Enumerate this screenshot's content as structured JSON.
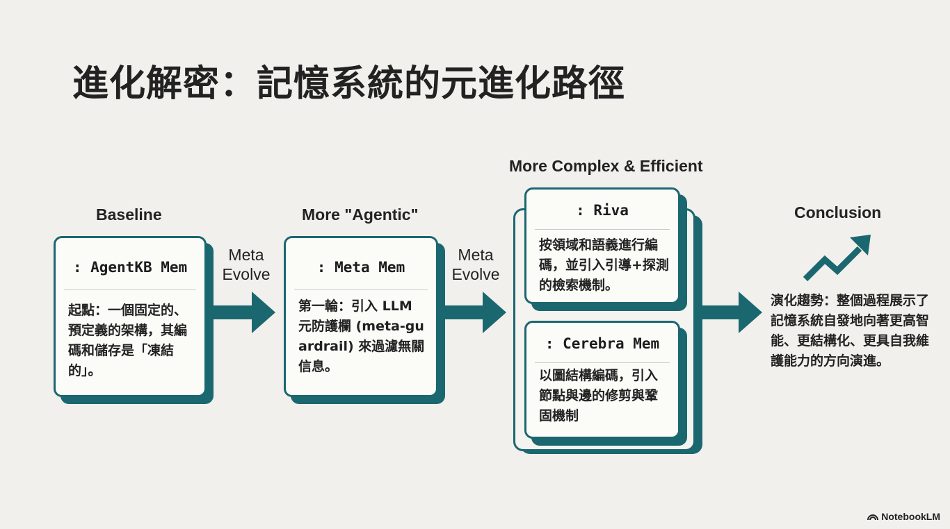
{
  "title": "進化解密：記憶系統的元進化路徑",
  "stages": {
    "baseline": {
      "label": "Baseline",
      "card_title": ": AgentKB Mem",
      "card_body": "起點：一個固定的、預定義的架構，其編碼和儲存是「凍結的」。"
    },
    "agentic": {
      "label": "More \"Agentic\"",
      "card_title": ": Meta Mem",
      "card_body": "第一輪：引入 LLM 元防護欄 (meta-guardrail) 來過濾無關信息。"
    },
    "complex": {
      "label": "More Complex & Efficient",
      "riva": {
        "card_title": ": Riva",
        "card_body": "按領域和語義進行編碼，並引入引導+探測的檢索機制。"
      },
      "cerebra": {
        "card_title": ": Cerebra Mem",
        "card_body": "以圖結構編碼，引入節點與邊的修剪與鞏固機制"
      }
    },
    "conclusion": {
      "label": "Conclusion",
      "body": "演化趨勢：整個過程展示了記憶系統自發地向著更高智能、更結構化、更具自我維護能力的方向演進。"
    }
  },
  "arrows": {
    "first": {
      "line1": "Meta",
      "line2": "Evolve"
    },
    "second": {
      "line1": "Meta",
      "line2": "Evolve"
    }
  },
  "branding": {
    "label": "NotebookLM"
  },
  "colors": {
    "accent": "#1b6770",
    "background": "#f1f0ec",
    "card": "#fbfbf8"
  }
}
